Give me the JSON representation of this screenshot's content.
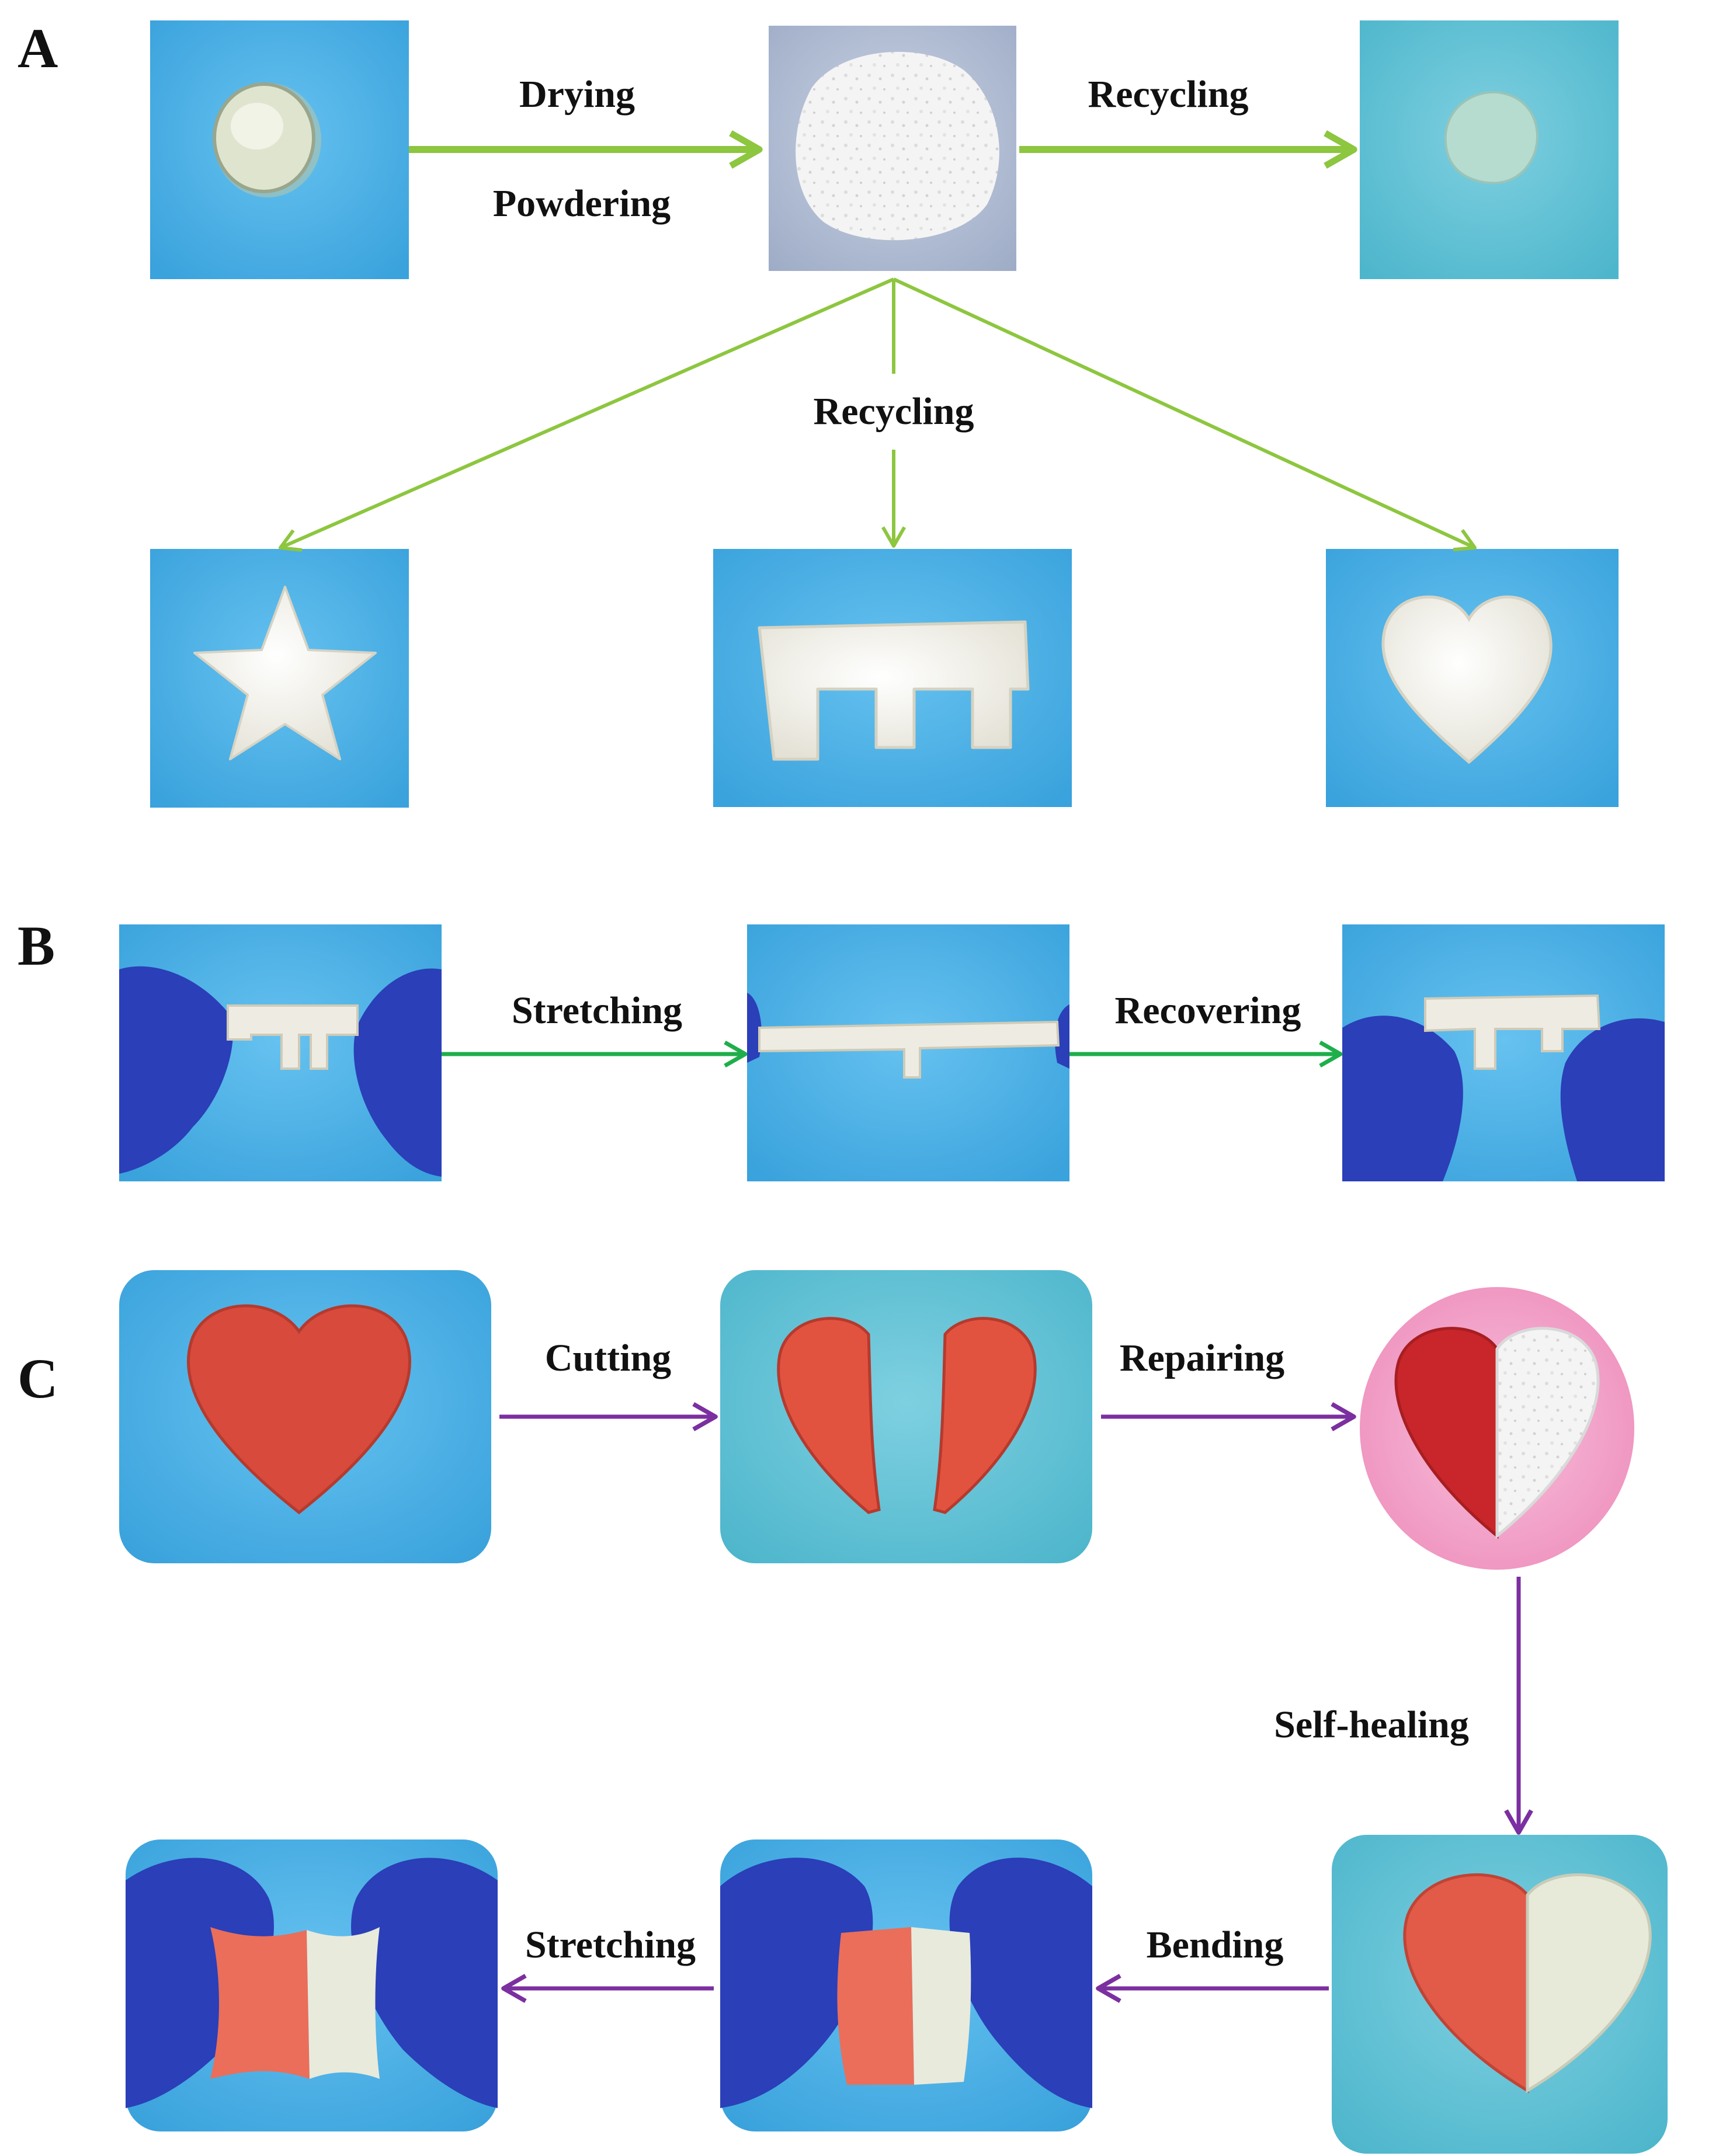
{
  "panels": {
    "a": {
      "label": "A",
      "steps": {
        "drying": "Drying",
        "powdering": "Powdering",
        "recycling_right": "Recycling",
        "recycling_down": "Recycling"
      },
      "arrow_color": "#8dc63f"
    },
    "b": {
      "label": "B",
      "steps": {
        "stretching": "Stretching",
        "recovering": "Recovering"
      },
      "arrow_color": "#1fae4b"
    },
    "c": {
      "label": "C",
      "steps": {
        "cutting": "Cutting",
        "repairing": "Repairing",
        "self_healing": "Self-healing",
        "bending": "Bending",
        "stretching": "Stretching"
      },
      "arrow_color": "#7b2fa0"
    }
  },
  "colors": {
    "photo_background_blue": "#4fb0e6",
    "photo_background_teal": "#63c3d6",
    "glove_blue": "#2a3fb8",
    "material_white": "#f2f0e8",
    "material_red": "#d74a3c",
    "mold_pink": "#f5a8cc"
  }
}
